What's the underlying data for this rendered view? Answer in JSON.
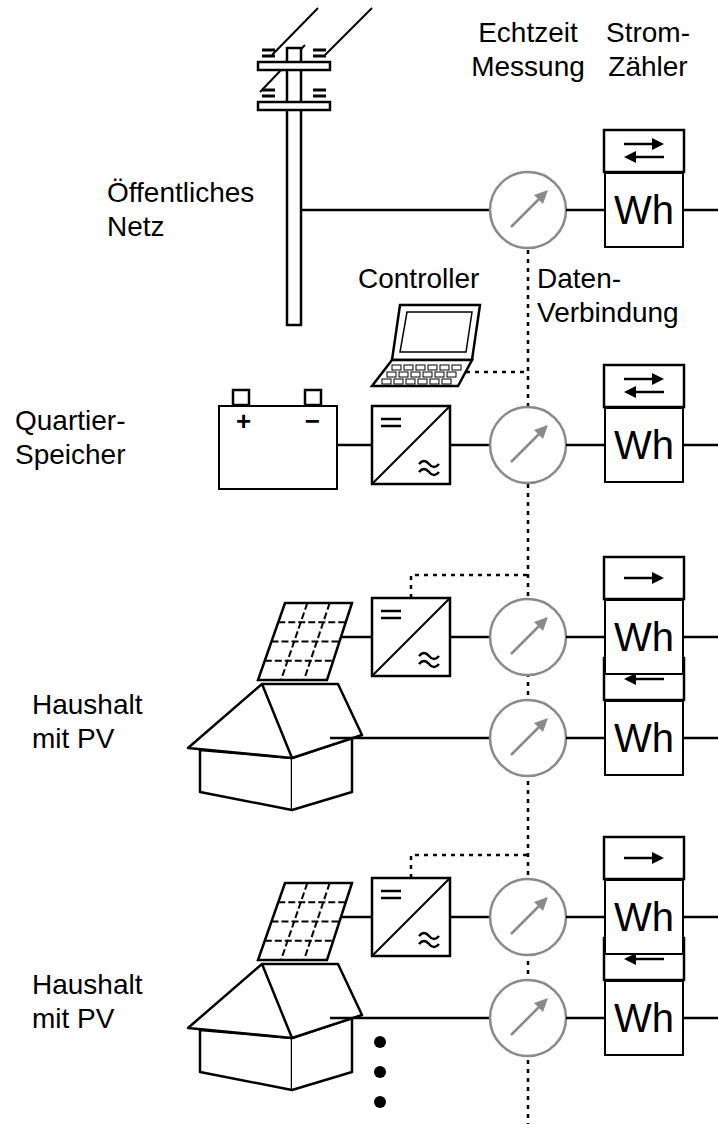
{
  "diagram": {
    "nodes": [
      {
        "text": [
          "Wh"
        ]
      },
      {
        "text": [
          "+",
          "−"
        ]
      },
      {
        "text": [
          "Wh"
        ]
      },
      {
        "text": [
          "Wh"
        ]
      },
      {
        "text": [
          "Wh"
        ]
      },
      {
        "text": [
          "Wh"
        ]
      },
      {
        "text": [
          "Wh"
        ]
      }
    ],
    "labels": [
      "Echtzeit Messung",
      "Strom-Zähler",
      "Öffentliches Netz",
      "Controller",
      "Daten-Verbindung",
      "Quartier-Speicher",
      "Haushalt mit PV",
      "Haushalt mit PV"
    ]
  }
}
